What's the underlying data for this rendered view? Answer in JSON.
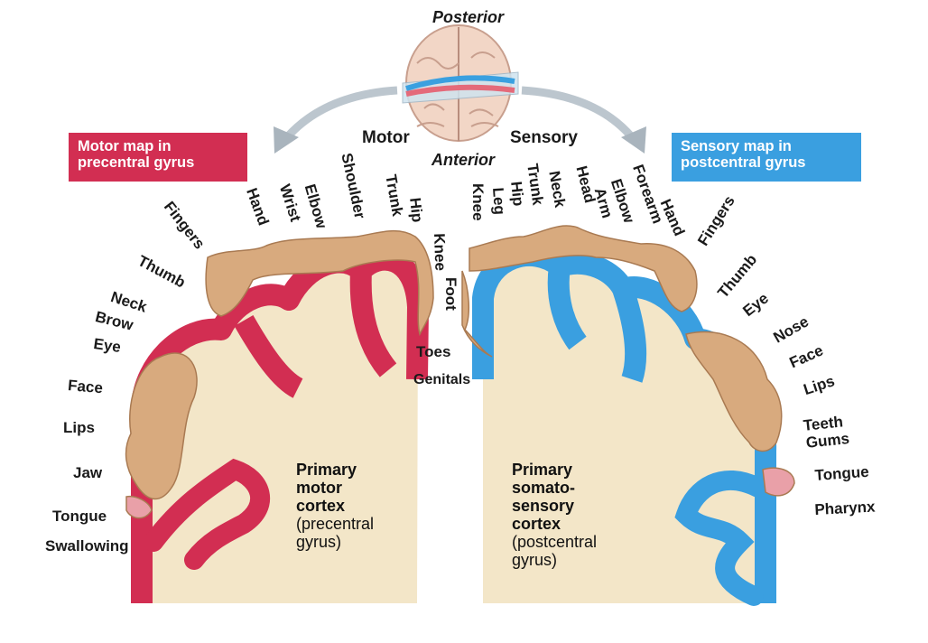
{
  "colors": {
    "motor": "#d22e52",
    "sensory": "#3a9fe0",
    "tissue": "#f3e6c8",
    "skin": "#d8aa7e",
    "arrow": "#b9c3cb"
  },
  "orientation": {
    "top": "Posterior",
    "bottom": "Anterior"
  },
  "headers": {
    "motor": "Motor",
    "sensory": "Sensory"
  },
  "boxes": {
    "motor": [
      "Motor map in",
      "precentral gyrus"
    ],
    "sensory": [
      "Sensory map in",
      "postcentral gyrus"
    ]
  },
  "motor_labels": [
    "Fingers",
    "Hand",
    "Wrist",
    "Elbow",
    "Shoulder",
    "Trunk",
    "Hip",
    "Knee",
    "Foot",
    "Toes",
    "Thumb",
    "Neck",
    "Brow",
    "Eye",
    "Face",
    "Lips",
    "Jaw",
    "Tongue",
    "Swallowing"
  ],
  "sensory_labels": [
    "Genitals",
    "Knee",
    "Leg",
    "Hip",
    "Trunk",
    "Neck",
    "Head",
    "Arm",
    "Elbow",
    "Forearm",
    "Hand",
    "Fingers",
    "Thumb",
    "Eye",
    "Nose",
    "Face",
    "Lips",
    "Teeth",
    "Gums",
    "Tongue",
    "Pharynx"
  ],
  "regions": {
    "motor": {
      "title": [
        "Primary",
        "motor",
        "cortex"
      ],
      "sub": [
        "(precentral",
        "gyrus)"
      ]
    },
    "sensory": {
      "title": [
        "Primary",
        "somato-",
        "sensory",
        "cortex"
      ],
      "sub": [
        "(postcentral",
        "gyrus)"
      ]
    }
  }
}
